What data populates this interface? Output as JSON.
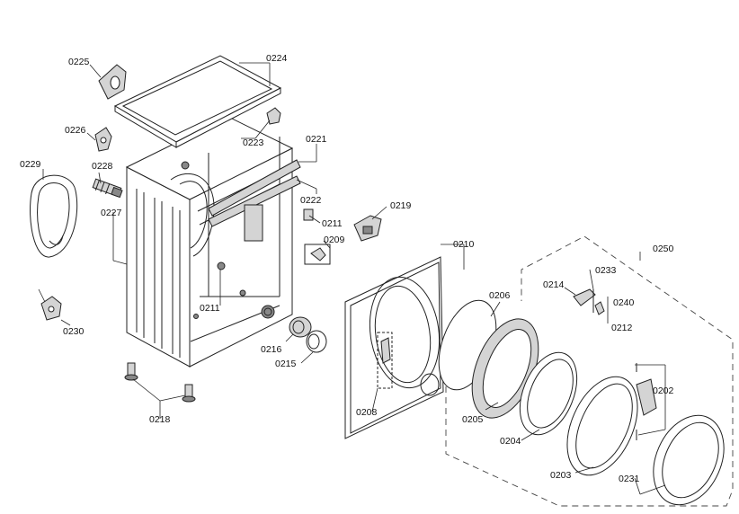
{
  "diagram": {
    "parts": [
      {
        "id": "0225"
      },
      {
        "id": "0224"
      },
      {
        "id": "0226"
      },
      {
        "id": "0228"
      },
      {
        "id": "0229"
      },
      {
        "id": "0227"
      },
      {
        "id": "0223"
      },
      {
        "id": "0221"
      },
      {
        "id": "0222"
      },
      {
        "id": "0219"
      },
      {
        "id": "0211"
      },
      {
        "id": "0209"
      },
      {
        "id": "0210"
      },
      {
        "id": "0250"
      },
      {
        "id": "0206"
      },
      {
        "id": "0233"
      },
      {
        "id": "0214"
      },
      {
        "id": "0240"
      },
      {
        "id": "0212"
      },
      {
        "id": "0230"
      },
      {
        "id": "0216"
      },
      {
        "id": "0215"
      },
      {
        "id": "0208"
      },
      {
        "id": "0205"
      },
      {
        "id": "0202"
      },
      {
        "id": "0204"
      },
      {
        "id": "0218"
      },
      {
        "id": "0203"
      },
      {
        "id": "0231"
      }
    ],
    "duplicate_labels": [
      {
        "id": "0211"
      }
    ]
  }
}
